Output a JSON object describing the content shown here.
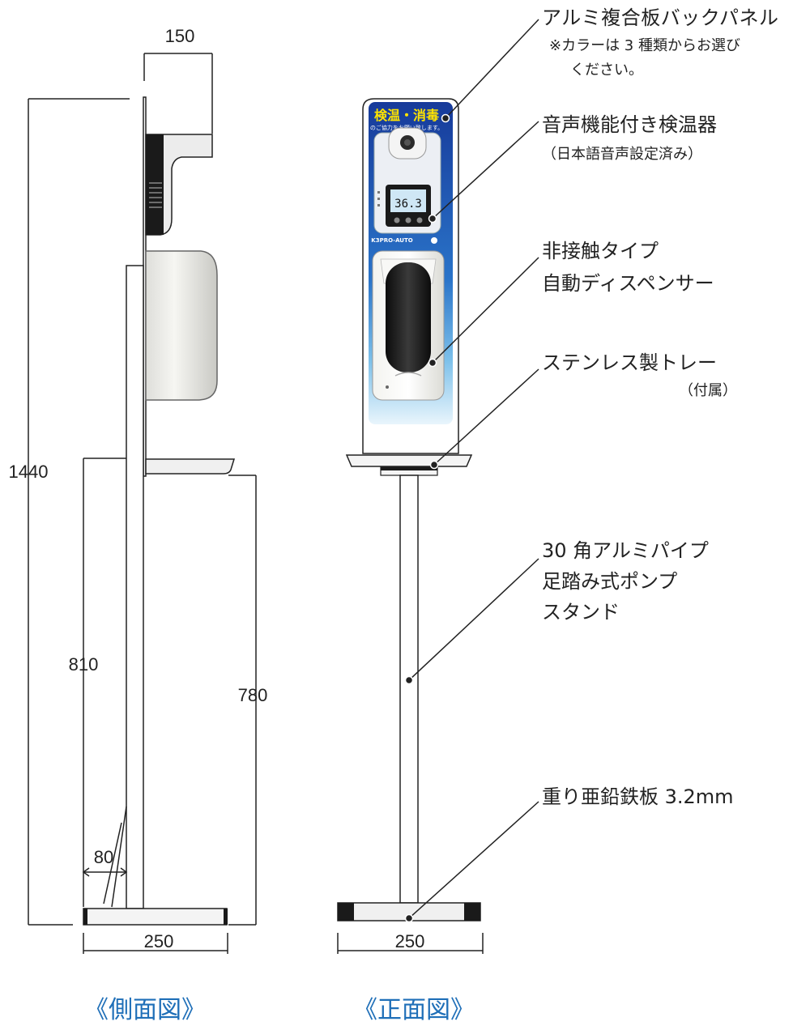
{
  "dimensions": {
    "top_depth": "150",
    "total_height": "1440",
    "tray_height": "810",
    "stand_height": "780",
    "base_offset": "80",
    "side_base_width": "250",
    "front_base_width": "250"
  },
  "annotations": {
    "panel": {
      "title": "アルミ複合板バックパネル",
      "note_line1": "※カラーは 3 種類からお選び",
      "note_line2": "ください。"
    },
    "thermometer": {
      "title": "音声機能付き検温器",
      "note": "（日本語音声設定済み）"
    },
    "dispenser": {
      "line1": "非接触タイプ",
      "line2": "自動ディスペンサー"
    },
    "tray": {
      "title": "ステンレス製トレー",
      "note": "（付属）"
    },
    "stand": {
      "line1": "30 角アルミパイプ",
      "line2": "足踏み式ポンプ",
      "line3": "スタンド"
    },
    "base": {
      "title": "重り亜鉛鉄板 3.2mm"
    }
  },
  "panel_graphic": {
    "headline": "検温・消毒",
    "subline": "のご協力をお願い致します。",
    "display_value": "36.3",
    "brand": "K3PRO-AUTO"
  },
  "captions": {
    "side_view": "《側面図》",
    "front_view": "《正面図》"
  },
  "colors": {
    "caption_blue": "#1f6fb8",
    "panel_blue": "#1d47a8",
    "headline_yellow": "#ffe400",
    "line": "#222222"
  }
}
